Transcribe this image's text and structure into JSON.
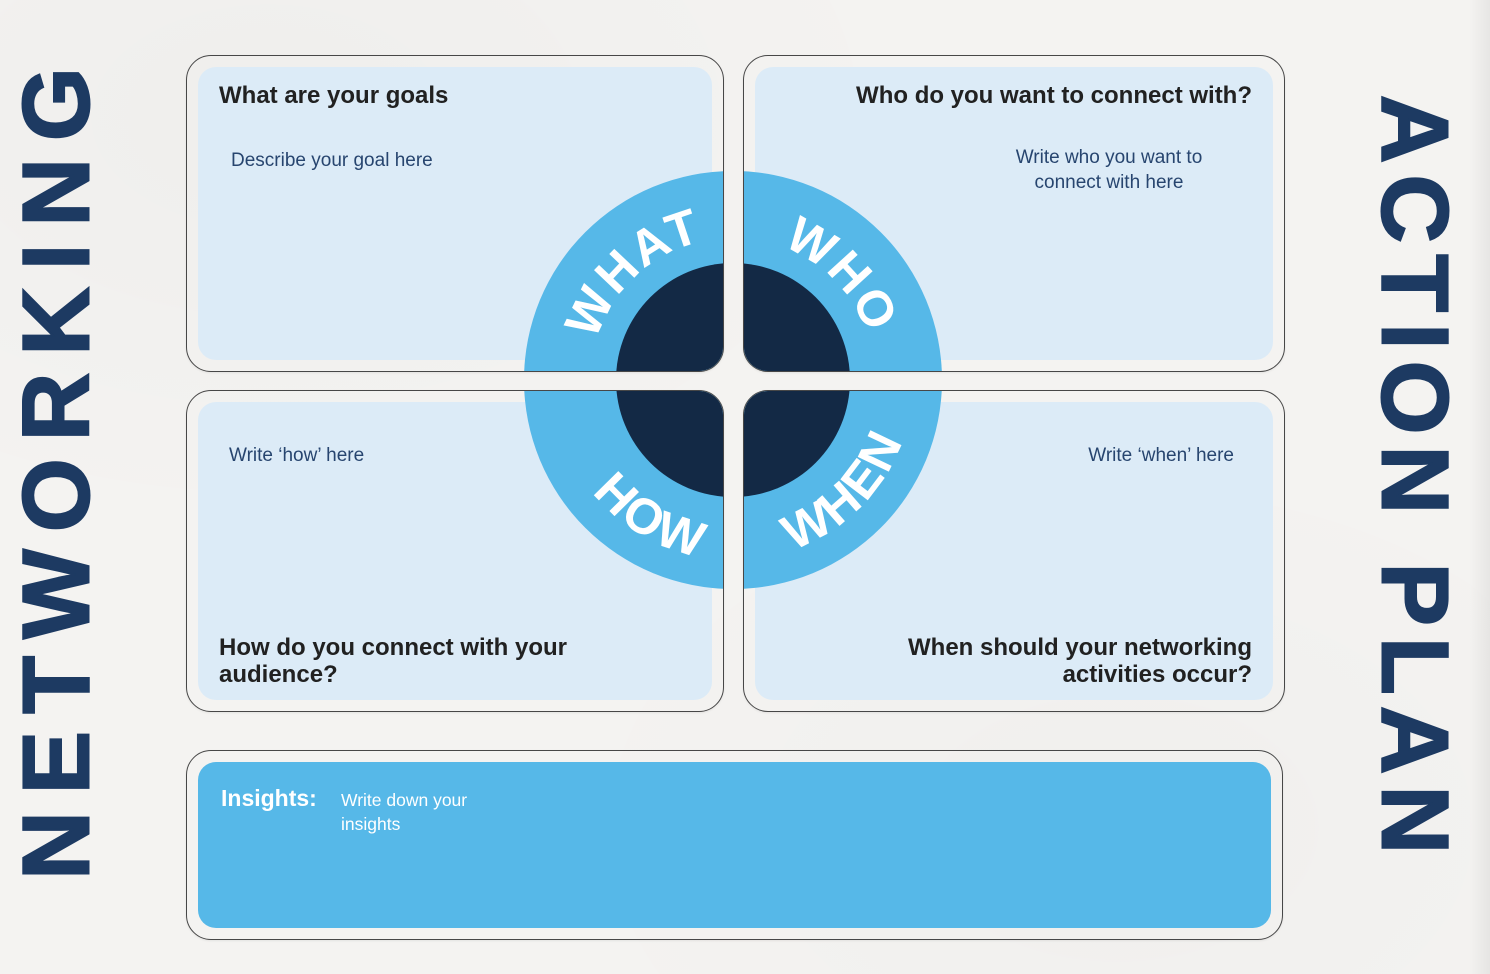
{
  "titles": {
    "left": "NETWORKING",
    "right": "ACTION PLAN"
  },
  "quadrants": {
    "what": {
      "ring_label": "WHAT",
      "heading": "What are your goals",
      "placeholder": "Describe your goal here"
    },
    "who": {
      "ring_label": "WHO",
      "heading": "Who do you want to connect with?",
      "placeholder": "Write who you want to connect with here"
    },
    "how": {
      "ring_label": "HOW",
      "heading": "How do you connect with your audience?",
      "placeholder": "Write ‘how’ here"
    },
    "when": {
      "ring_label": "WHEN",
      "heading": "When should your networking activities occur?",
      "placeholder": "Write ‘when’ here"
    }
  },
  "insights": {
    "label": "Insights:",
    "placeholder": "Write down your insights"
  },
  "colors": {
    "accent": "#56b8e8",
    "ring_navy": "#132945",
    "title_navy": "#1d3a62",
    "card_fill": "#dcebf7",
    "paper": "#f4f3f1",
    "heading_ink": "#212121",
    "placeholder_ink": "#27456f",
    "border": "#474747"
  }
}
